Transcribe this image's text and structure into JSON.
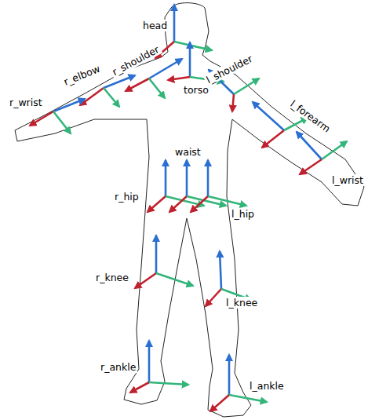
{
  "diagram": {
    "labels": [
      "head",
      "r_shoulder",
      "l_shoulder",
      "torso",
      "r_elbow",
      "l_forearm",
      "r_wrist",
      "l_wrist",
      "waist",
      "r_hip",
      "l_hip",
      "r_knee",
      "l_knee",
      "r_ankle",
      "l_ankle"
    ]
  }
}
